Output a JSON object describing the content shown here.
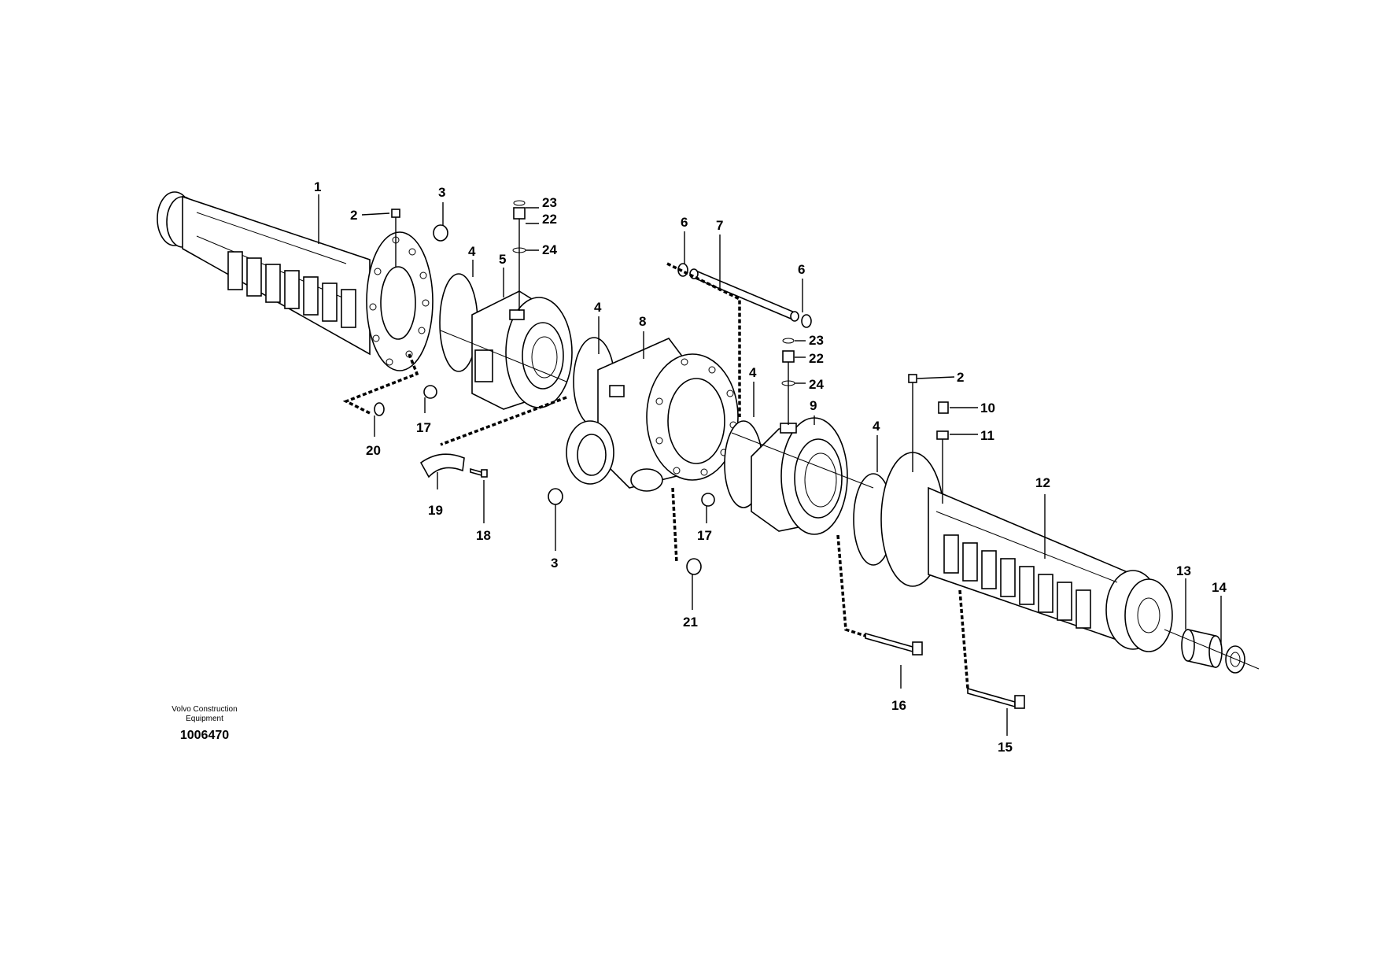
{
  "callouts": {
    "c1": "1",
    "c2a": "2",
    "c2b": "2",
    "c3a": "3",
    "c3b": "3",
    "c4a": "4",
    "c4b": "4",
    "c4c": "4",
    "c4d": "4",
    "c5": "5",
    "c6a": "6",
    "c6b": "6",
    "c7": "7",
    "c8": "8",
    "c9": "9",
    "c10": "10",
    "c11": "11",
    "c12": "12",
    "c13": "13",
    "c14": "14",
    "c15": "15",
    "c16": "16",
    "c17a": "17",
    "c17b": "17",
    "c18": "18",
    "c19": "19",
    "c20": "20",
    "c21": "21",
    "c22a": "22",
    "c22b": "22",
    "c23a": "23",
    "c23b": "23",
    "c24a": "24",
    "c24b": "24"
  },
  "footer": {
    "maker_line1": "Volvo Construction",
    "maker_line2": "Equipment",
    "drawing_number": "1006470"
  }
}
